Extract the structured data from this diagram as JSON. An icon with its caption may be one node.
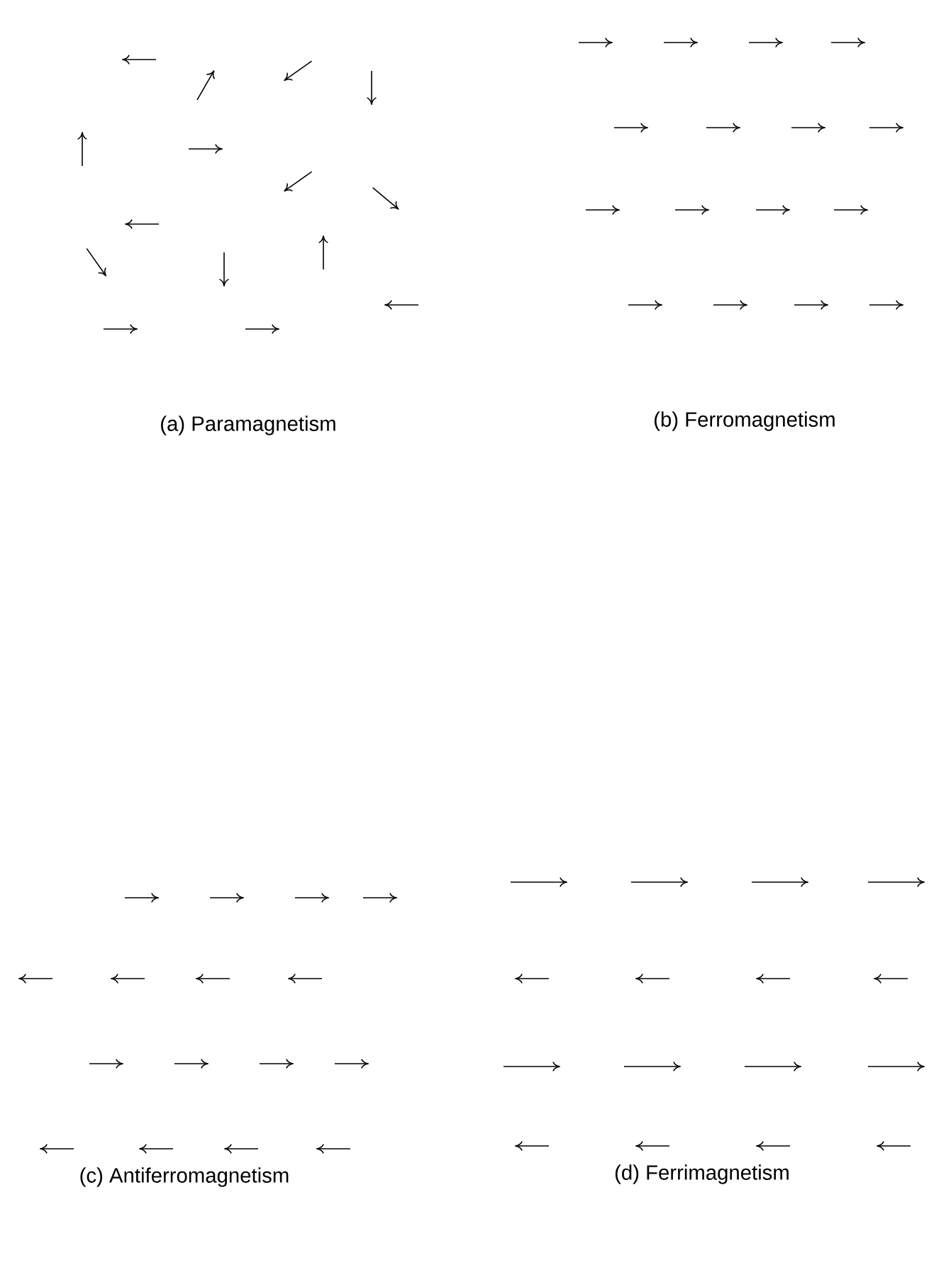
{
  "diagram": {
    "labels": [
      "(a) Paramagnetism",
      "(b) Ferromagnetism",
      "(c) Antiferromagnetism",
      "(d) Ferrimagnetism"
    ]
  }
}
